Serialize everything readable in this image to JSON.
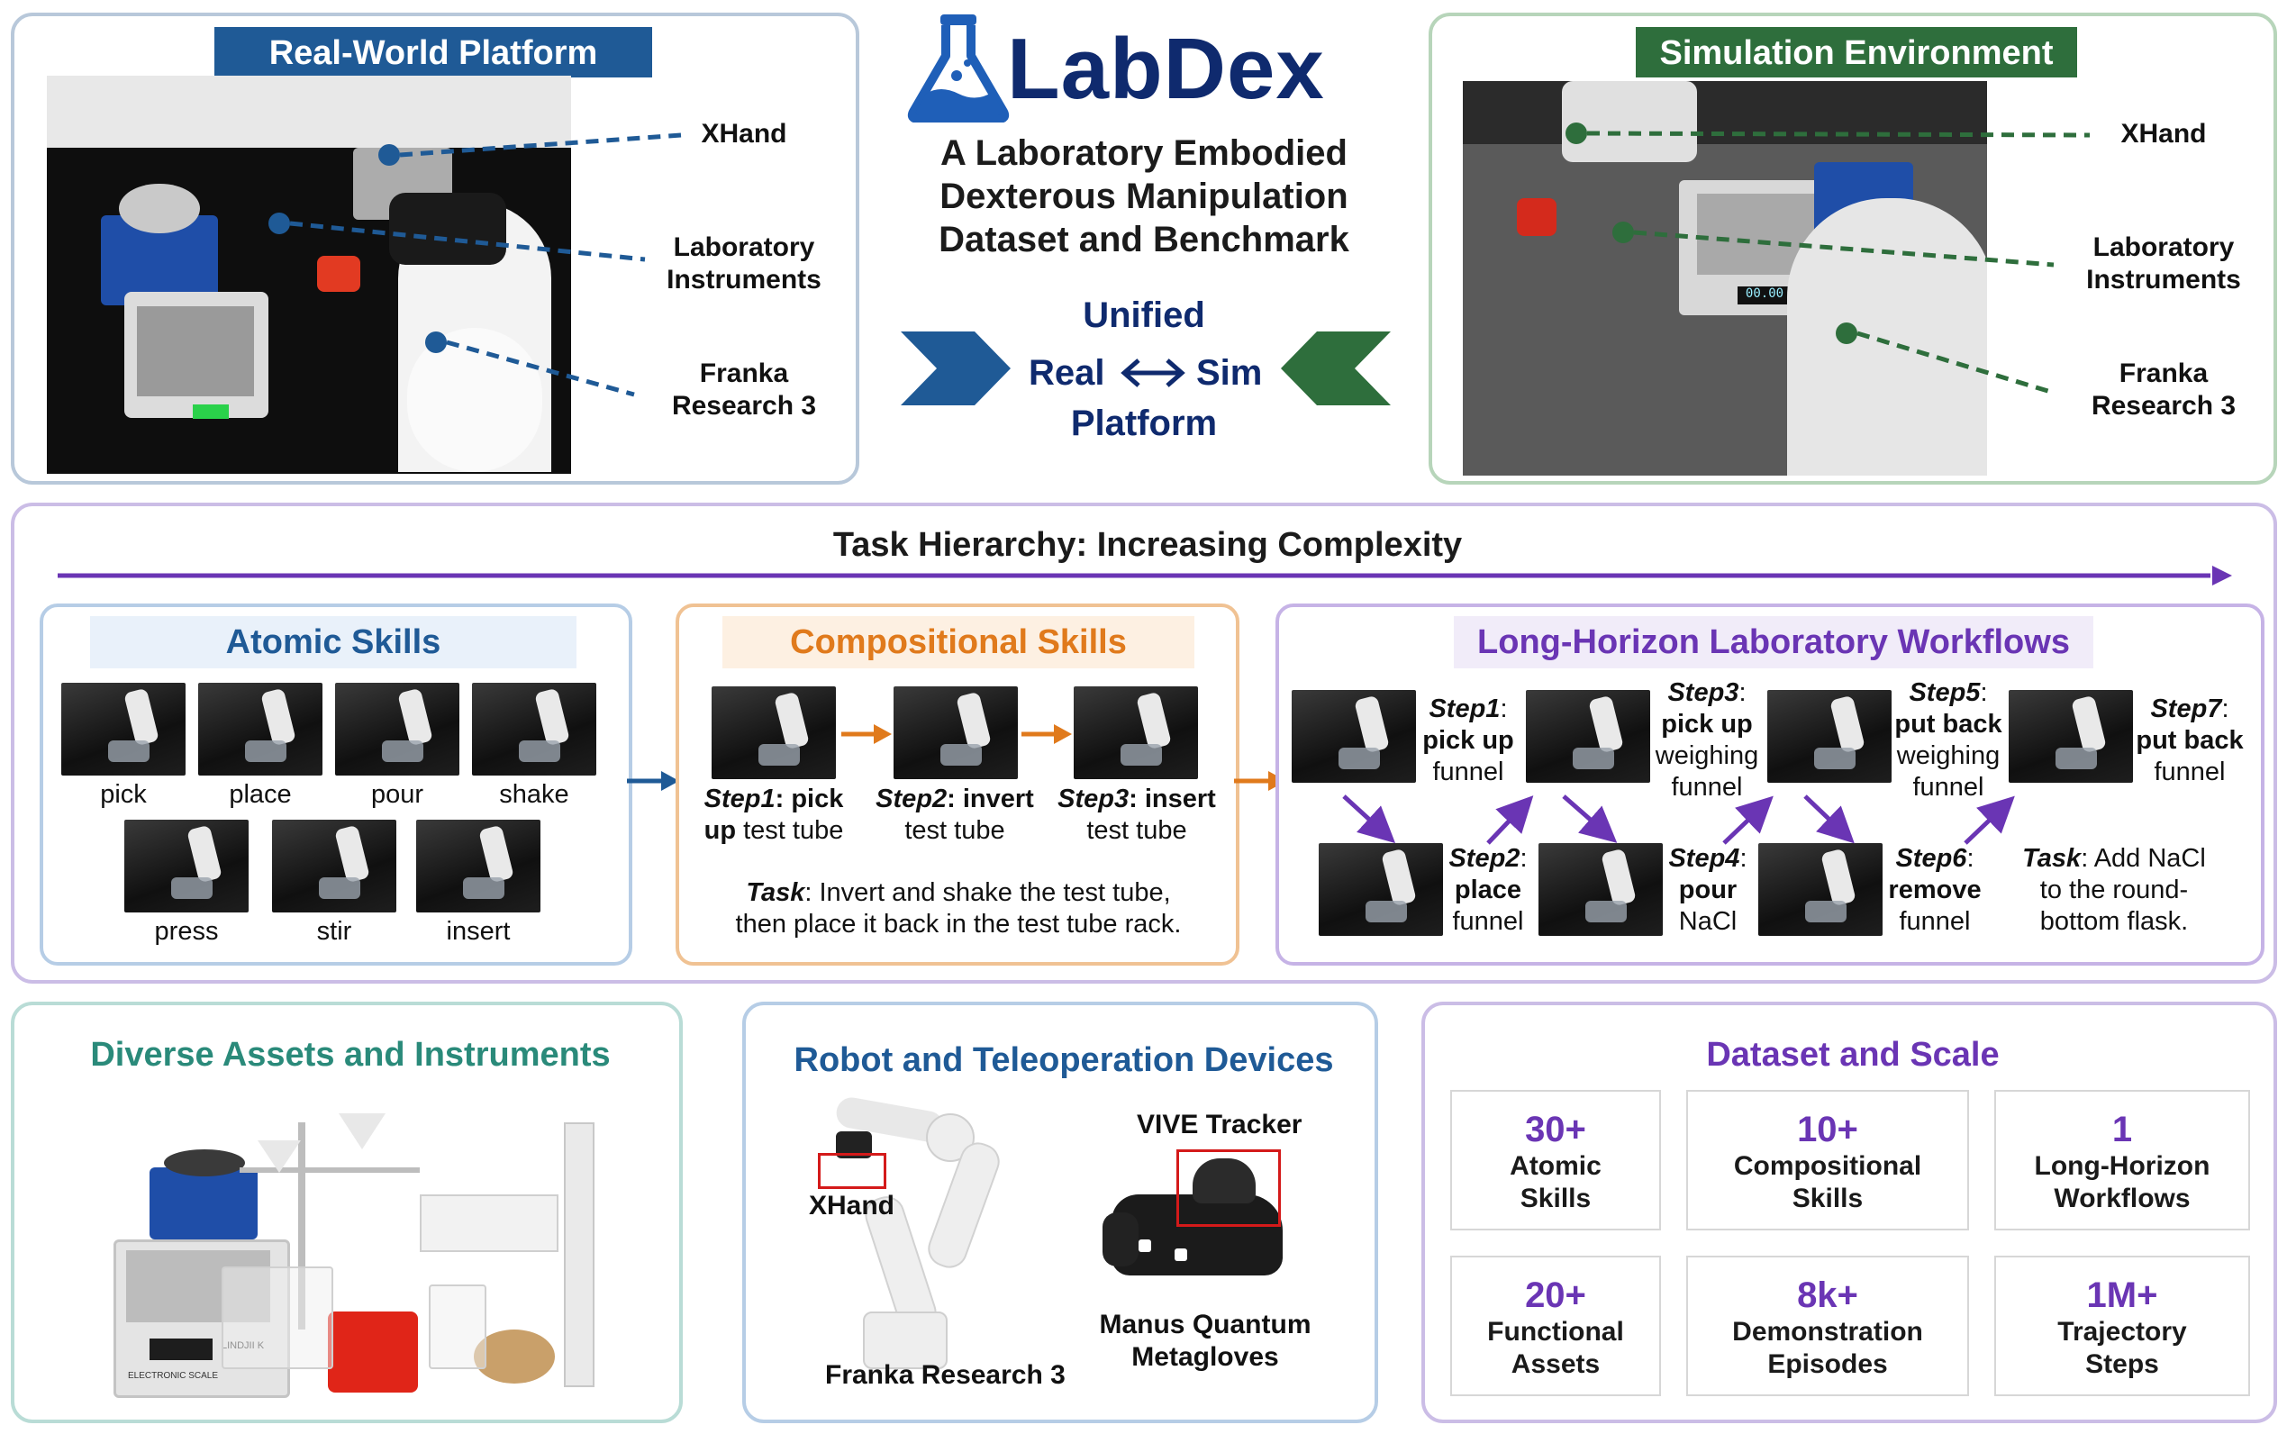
{
  "header": {
    "title": "LabDex",
    "subtitle_lines": [
      "A Laboratory Embodied",
      "Dexterous Manipulation",
      "Dataset and Benchmark"
    ],
    "unified": "Unified",
    "real": "Real",
    "sim": "Sim",
    "platform": "Platform"
  },
  "real_world": {
    "title": "Real-World Platform",
    "labels": {
      "xhand": "XHand",
      "instruments_1": "Laboratory",
      "instruments_2": "Instruments",
      "franka_1": "Franka",
      "franka_2": "Research 3"
    }
  },
  "simulation": {
    "title": "Simulation Environment",
    "labels": {
      "xhand": "XHand",
      "instruments_1": "Laboratory",
      "instruments_2": "Instruments",
      "franka_1": "Franka",
      "franka_2": "Research 3"
    },
    "scale_readout": "00.00"
  },
  "hierarchy": {
    "title": "Task Hierarchy: Increasing Complexity",
    "atomic": {
      "title": "Atomic Skills",
      "skills": [
        "pick",
        "place",
        "pour",
        "shake",
        "press",
        "stir",
        "insert"
      ]
    },
    "compositional": {
      "title": "Compositional Skills",
      "steps": [
        {
          "tag": "Step1",
          "line1_rest": ": pick",
          "line2_bold": "up",
          "line2_rest": " test tube"
        },
        {
          "tag": "Step2",
          "line1_rest": ": invert",
          "line2_rest": "test tube"
        },
        {
          "tag": "Step3",
          "line1_rest": ": insert",
          "line2_rest": "test tube"
        }
      ],
      "task_tag": "Task",
      "task_line1": ": Invert and shake the test tube,",
      "task_line2": "then place it back in the test tube rack."
    },
    "long_horizon": {
      "title": "Long-Horizon Laboratory Workflows",
      "steps": [
        {
          "tag": "Step1",
          "l2": "pick up",
          "l3": "funnel"
        },
        {
          "tag": "Step2",
          "l2": "place",
          "l3": "funnel"
        },
        {
          "tag": "Step3",
          "l2": "pick up",
          "l3": "weighing",
          "l4": "funnel"
        },
        {
          "tag": "Step4",
          "l2": "pour",
          "l3": "NaCl"
        },
        {
          "tag": "Step5",
          "l2": "put back",
          "l3": "weighing",
          "l4": "funnel"
        },
        {
          "tag": "Step6",
          "l2": "remove",
          "l3": "funnel"
        },
        {
          "tag": "Step7",
          "l2": "put back",
          "l3": "funnel"
        }
      ],
      "task_tag": "Task",
      "task_line1": ": Add NaCl",
      "task_line2": "to the round-",
      "task_line3": "bottom flask."
    }
  },
  "assets": {
    "title": "Diverse Assets and Instruments",
    "scale_brand": "ELECTRONIC SCALE",
    "scale_logo": "LINDJII K"
  },
  "devices": {
    "title": "Robot and Teleoperation Devices",
    "xhand": "XHand",
    "franka": "Franka Research 3",
    "vive": "VIVE Tracker",
    "manus_1": "Manus Quantum",
    "manus_2": "Metagloves"
  },
  "dataset": {
    "title": "Dataset and Scale",
    "stats": [
      {
        "num": "30+",
        "l1": "Atomic",
        "l2": "Skills"
      },
      {
        "num": "10+",
        "l1": "Compositional",
        "l2": "Skills"
      },
      {
        "num": "1",
        "l1": "Long-Horizon",
        "l2": "Workflows"
      },
      {
        "num": "20+",
        "l1": "Functional",
        "l2": "Assets"
      },
      {
        "num": "8k+",
        "l1": "Demonstration",
        "l2": "Episodes"
      },
      {
        "num": "1M+",
        "l1": "Trajectory",
        "l2": "Steps"
      }
    ]
  },
  "colors": {
    "blue": "#1f5a96",
    "green": "#2e6e3c",
    "purple": "#6a35b4",
    "orange": "#e07a1c",
    "teal": "#2a8a7a"
  }
}
